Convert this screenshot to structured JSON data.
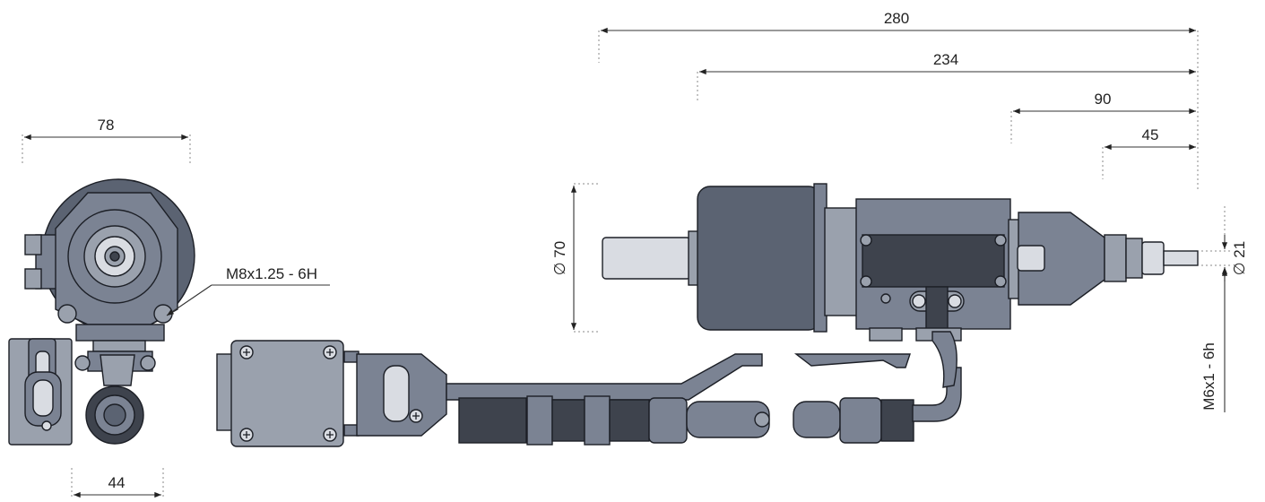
{
  "dimensions": {
    "overall_length": "280",
    "body_length": "234",
    "head_length": "90",
    "nose_length": "45",
    "body_diameter": "∅ 70",
    "spindle_diameter": "∅ 21",
    "width": "78",
    "shank_offset": "44",
    "mount_thread": "M8x1.25 - 6H",
    "spindle_thread": "M6x1 - 6h"
  }
}
